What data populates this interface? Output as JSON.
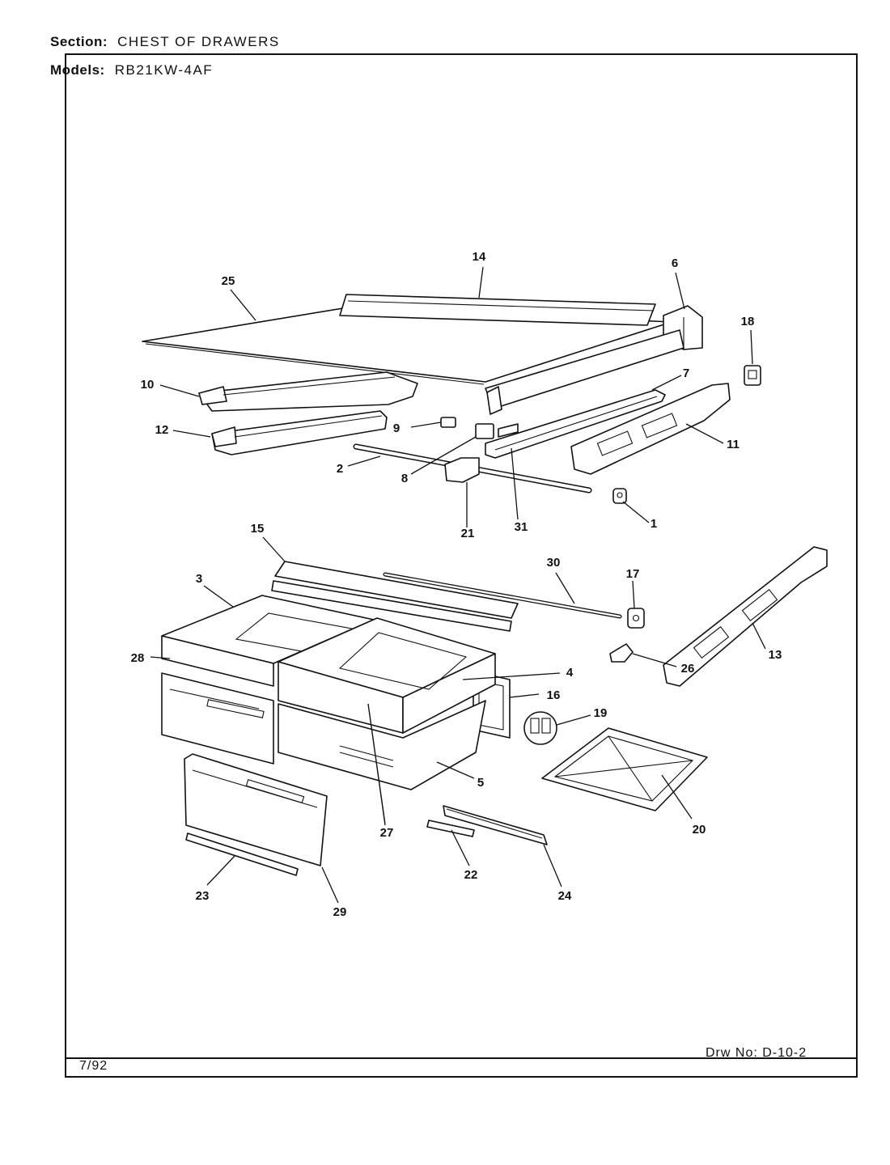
{
  "header": {
    "section_label": "Section:",
    "section_value": "CHEST OF DRAWERS",
    "models_label": "Models:",
    "models_value": "RB21KW-4AF"
  },
  "footer": {
    "date": "7/92",
    "drawing_number": "Drw No: D-10-2"
  },
  "callouts": {
    "c1": "1",
    "c2": "2",
    "c3": "3",
    "c4": "4",
    "c5": "5",
    "c6": "6",
    "c7": "7",
    "c8": "8",
    "c9": "9",
    "c10": "10",
    "c11": "11",
    "c12": "12",
    "c13": "13",
    "c14": "14",
    "c15": "15",
    "c16": "16",
    "c17": "17",
    "c18": "18",
    "c19": "19",
    "c20": "20",
    "c21": "21",
    "c22": "22",
    "c23": "23",
    "c24": "24",
    "c25": "25",
    "c26": "26",
    "c27": "27",
    "c28": "28",
    "c29": "29",
    "c30": "30",
    "c31": "31"
  }
}
